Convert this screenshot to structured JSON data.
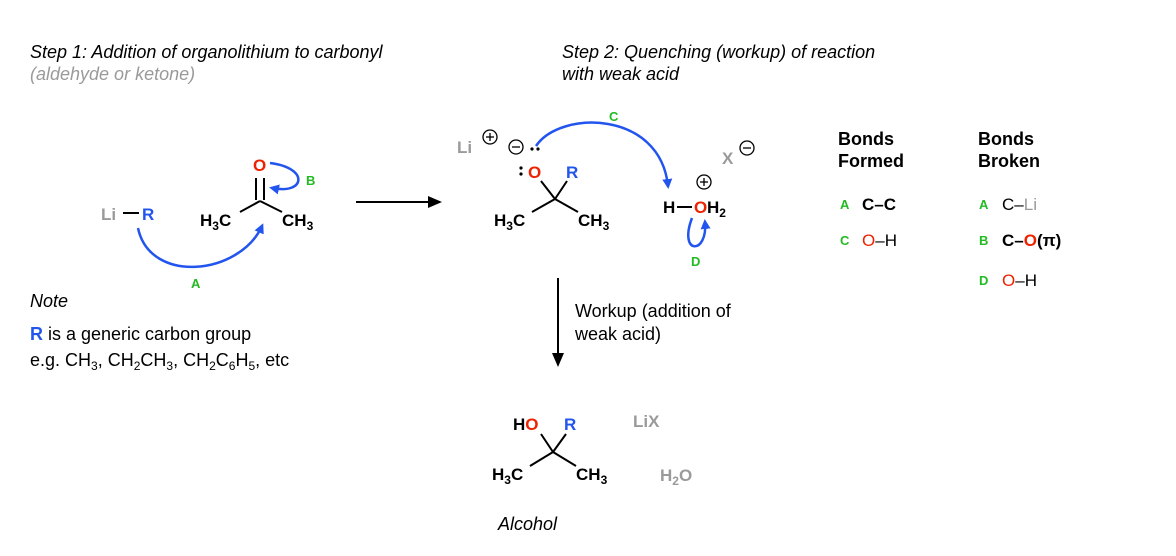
{
  "step1": {
    "title": "Step 1: Addition of organolithium to carbonyl",
    "subtitle": "(aldehyde or ketone)"
  },
  "step2": {
    "title_line1": "Step 2: Quenching (workup) of reaction",
    "title_line2": "with weak acid"
  },
  "reagents": {
    "li": "Li",
    "r": "R",
    "oxygen": "O",
    "h3c": "H",
    "ch3": "CH",
    "sub3": "3"
  },
  "intermediate": {
    "li": "Li",
    "o": "O",
    "r": "R",
    "h": "H",
    "x": "X",
    "oh2_h": "H",
    "oh2_sub": "2"
  },
  "arrow_labels": {
    "a": "A",
    "b": "B",
    "c": "C",
    "d": "D"
  },
  "workup": {
    "line1": "Workup (addition of",
    "line2": "weak acid)"
  },
  "product": {
    "h": "H",
    "o": "O",
    "r": "R",
    "byproduct1": "LiX",
    "byproduct2_h": "H",
    "byproduct2_sub": "2",
    "byproduct2_o": "O",
    "label": "Alcohol"
  },
  "note": {
    "title": "Note",
    "line1_r": "R",
    "line1_rest": " is a generic carbon group",
    "line2": "e.g. CH3, CH2CH3, CH2C6H5, etc"
  },
  "bonds_formed": {
    "header1": "Bonds",
    "header2": "Formed",
    "rows": [
      {
        "letter": "A",
        "left": "C",
        "dash": "–",
        "right": "C"
      },
      {
        "letter": "C",
        "left": "O",
        "dash": "–",
        "right": "H"
      }
    ]
  },
  "bonds_broken": {
    "header1": "Bonds",
    "header2": "Broken",
    "rows": [
      {
        "letter": "A",
        "left": "C",
        "dash": "–",
        "right": "Li"
      },
      {
        "letter": "B",
        "left": "C",
        "dash": "–",
        "right": "O",
        "suffix": "(π)"
      },
      {
        "letter": "D",
        "left": "O",
        "dash": "–",
        "right": "H"
      }
    ]
  },
  "colors": {
    "oxygen": "#ee2200",
    "r_group": "#2255ee",
    "arrow": "#2255ee",
    "label": "#22bb22",
    "gray": "#9a9a9a"
  }
}
